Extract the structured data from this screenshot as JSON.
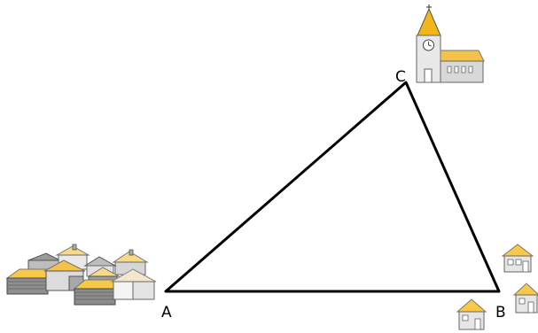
{
  "points": {
    "a": {
      "label": "A"
    },
    "b": {
      "label": "B"
    },
    "c": {
      "label": "C"
    }
  },
  "colors": {
    "line": "#000000",
    "roof": "#f5c518",
    "roof_light": "#f7d98a",
    "wall_gray": "#a0a0a0",
    "wall_light": "#e6e6e6",
    "wall_white": "#f4f4f4",
    "cream": "#f3e6cc"
  },
  "icons": {
    "church": "church-icon",
    "village": "village-icon",
    "houses": "house-icon"
  }
}
